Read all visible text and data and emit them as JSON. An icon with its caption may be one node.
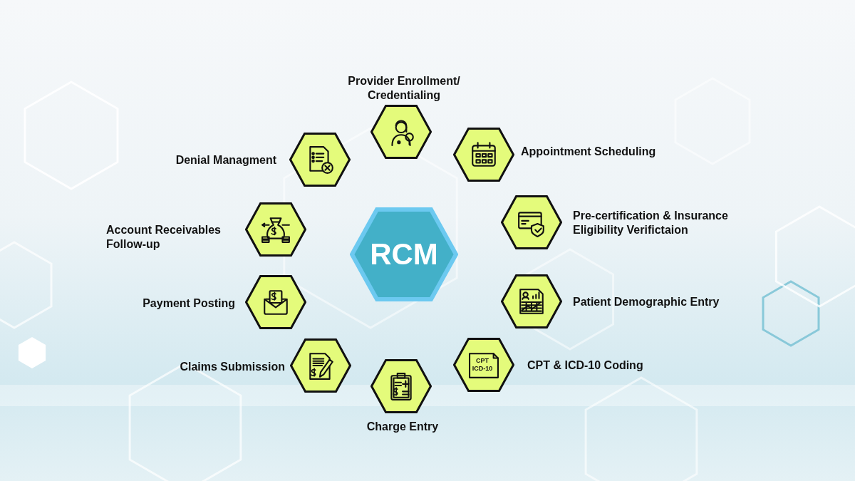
{
  "diagram": {
    "nodes": [
      {
        "text": [
          "RCM"
        ]
      },
      {
        "text": [
          "Provider Enrollment/ Credentialing"
        ]
      },
      {
        "text": [
          "Appointment Scheduling"
        ]
      },
      {
        "text": [
          "Pre-certification & Insurance Eligibility Verifictaion"
        ]
      },
      {
        "text": [
          "Patient Demographic Entry"
        ]
      },
      {
        "text": [
          "CPT & ICD-10 Coding"
        ]
      },
      {
        "text": [
          "Charge Entry"
        ]
      },
      {
        "text": [
          "Claims Submission"
        ]
      },
      {
        "text": [
          "Payment Posting"
        ]
      },
      {
        "text": [
          "Account Receivables Follow-up"
        ]
      },
      {
        "text": [
          "Denial Managment"
        ]
      }
    ],
    "edges": [],
    "labels": [
      "CPT",
      "ICD-10"
    ]
  }
}
